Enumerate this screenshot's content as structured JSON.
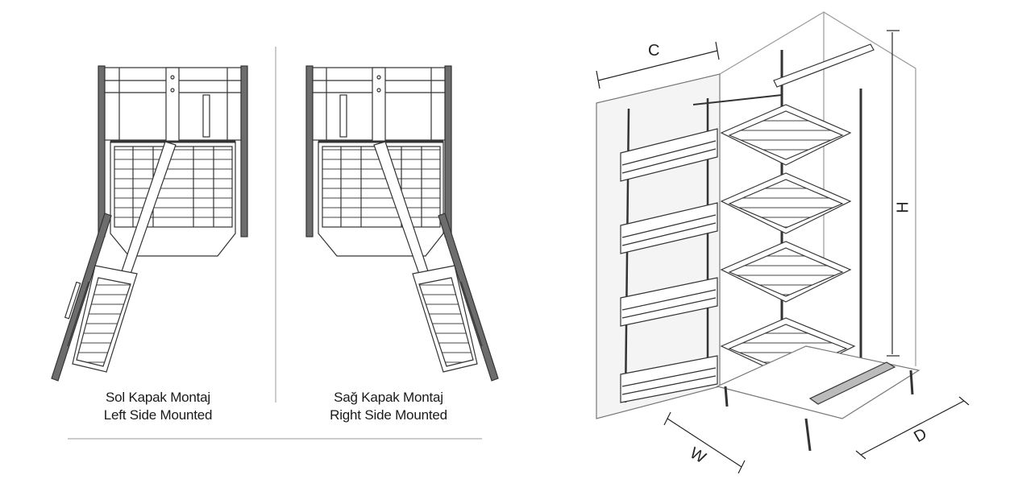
{
  "left_panel": {
    "title_tr": "Sol Kapak Montaj",
    "title_en": "Left Side Mounted"
  },
  "right_panel": {
    "title_tr": "Sağ Kapak Montaj",
    "title_en": "Right Side Mounted"
  },
  "dimensions": {
    "c": "C",
    "h": "H",
    "w": "W",
    "d": "D"
  }
}
